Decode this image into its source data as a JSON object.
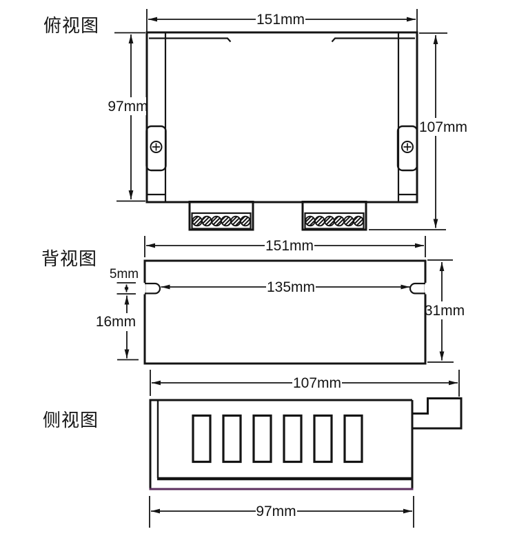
{
  "background": "#ffffff",
  "line_color": "#141414",
  "accent_bottom_line_color": "#5c2e5e",
  "views": {
    "top_view": {
      "label": "俯视图",
      "dimensions": {
        "width": "151mm",
        "body_height": "97mm",
        "total_height": "107mm"
      },
      "terminal_blocks": 2,
      "screws_per_terminal_block": 6,
      "side_mounting_screws": 2
    },
    "back_view": {
      "label": "背视图",
      "dimensions": {
        "width": "151mm",
        "slot_span": "135mm",
        "slot_height": "5mm",
        "slot_to_bottom": "16mm",
        "height": "31mm"
      },
      "side_slots": 2
    },
    "side_view": {
      "label": "侧视图",
      "dimensions": {
        "total_depth": "107mm",
        "body_depth": "97mm"
      },
      "vent_slots": 6
    }
  }
}
